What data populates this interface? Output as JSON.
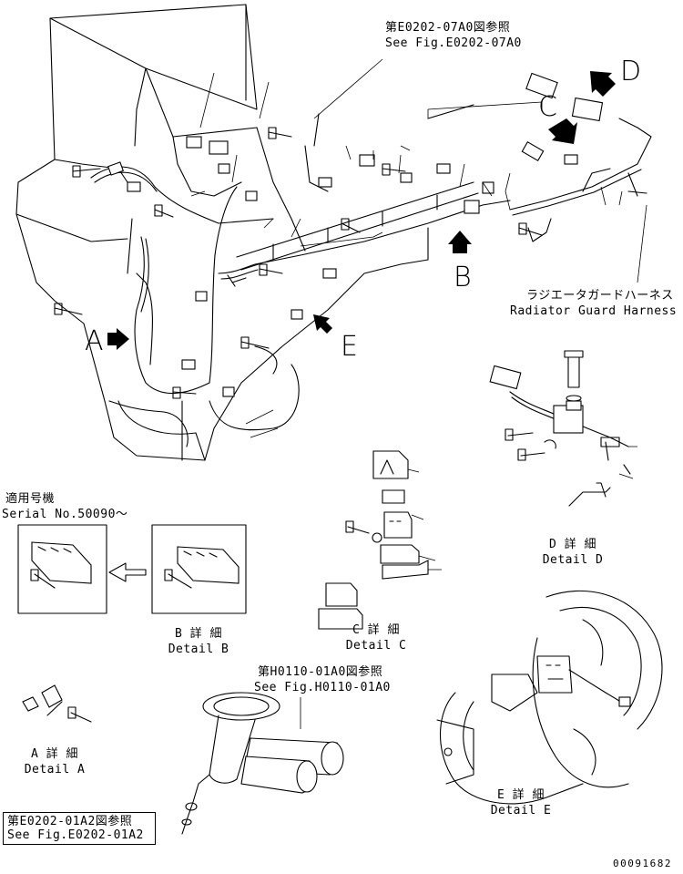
{
  "refs": {
    "e0202_07a0": {
      "ja": "第E0202-07A0図参照",
      "en": "See Fig.E0202-07A0"
    },
    "h0110_01a0": {
      "ja": "第H0110-01A0図参照",
      "en": "See Fig.H0110-01A0"
    },
    "e0202_01a2": {
      "ja": "第E0202-01A2図参照",
      "en": "See Fig.E0202-01A2"
    }
  },
  "radiator_harness": {
    "ja": "ラジエータガードハーネス",
    "en": "Radiator Guard Harness"
  },
  "serial": {
    "ja": "適用号機",
    "en": "Serial No.50090～"
  },
  "callouts": {
    "a": "A",
    "b": "B",
    "c": "C",
    "d": "D",
    "e": "E"
  },
  "details": {
    "a": {
      "ja": "A 詳 細",
      "en": "Detail A"
    },
    "b": {
      "ja": "B 詳 細",
      "en": "Detail B"
    },
    "c": {
      "ja": "C 詳 細",
      "en": "Detail C"
    },
    "d": {
      "ja": "D 詳 細",
      "en": "Detail D"
    },
    "e": {
      "ja": "E 詳 細",
      "en": "Detail E"
    }
  },
  "drawing_number": "00091682"
}
